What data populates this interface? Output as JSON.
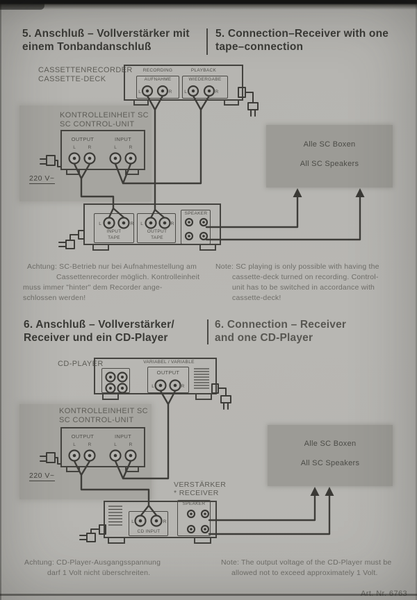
{
  "colors": {
    "page_bg": "#b6b5b1",
    "line_ink": "#3e3d39",
    "shaded_speaker_box": "#9c9b96",
    "control_unit_backdrop": "#a6a5a0",
    "heading_ink": "#3a3a36"
  },
  "s5": {
    "de1": "5. Anschluß – Vollverstärker mit",
    "de2": "einem Tonbandanschluß",
    "en1": "5. Connection–Receiver with one",
    "en2": "tape–connection"
  },
  "s6": {
    "de1": "6. Anschluß – Vollverstärker/",
    "de2": "Receiver und ein CD-Player",
    "en1": "6. Connection – Receiver",
    "en2": "and one CD-Player"
  },
  "labels": {
    "cassette1": "CASSETTENRECORDER",
    "cassette2": "CASSETTE-DECK",
    "recording": "RECORDING",
    "aufnahme": "AUFNAHME",
    "playback": "PLAYBACK",
    "wiedergabe": "WIEDERGABE",
    "control1": "KONTROLLEINHEIT SC",
    "control2": "SC CONTROL-UNIT",
    "output": "OUTPUT",
    "input": "INPUT",
    "l": "L",
    "r": "R",
    "voltage": "220 V~",
    "speakers_de": "Alle SC Boxen",
    "speakers_en": "All SC Speakers",
    "tape": "TAPE",
    "speaker": "SPEAKER",
    "cd_player": "CD-PLAYER",
    "variabel": "VARIABEL / VARIABLE",
    "verstaerker": "VERSTÄRKER",
    "receiver": "* RECEIVER",
    "cd_input": "CD INPUT"
  },
  "notes": {
    "n5_de": [
      "Achtung: SC-Betrieb nur bei Aufnahmestellung am",
      "Cassettenrecorder möglich. Kontrolleinheit",
      "muss immer \"hinter\" dem Recorder ange-",
      "schlossen werden!"
    ],
    "n5_en": [
      "Note: SC playing is only possible with having the",
      "cassette-deck turned on recording. Control-",
      "unit has to be switched in accordance with",
      "cassette-deck!"
    ],
    "n6_de": [
      "Achtung: CD-Player-Ausgangsspannung",
      "darf 1 Volt nicht überschreiten."
    ],
    "n6_en": [
      "Note: The output voltage of the CD-Player must be",
      "allowed not to exceed approximately 1 Volt."
    ]
  },
  "footer": {
    "art_no": "Art. Nr. 6763"
  }
}
